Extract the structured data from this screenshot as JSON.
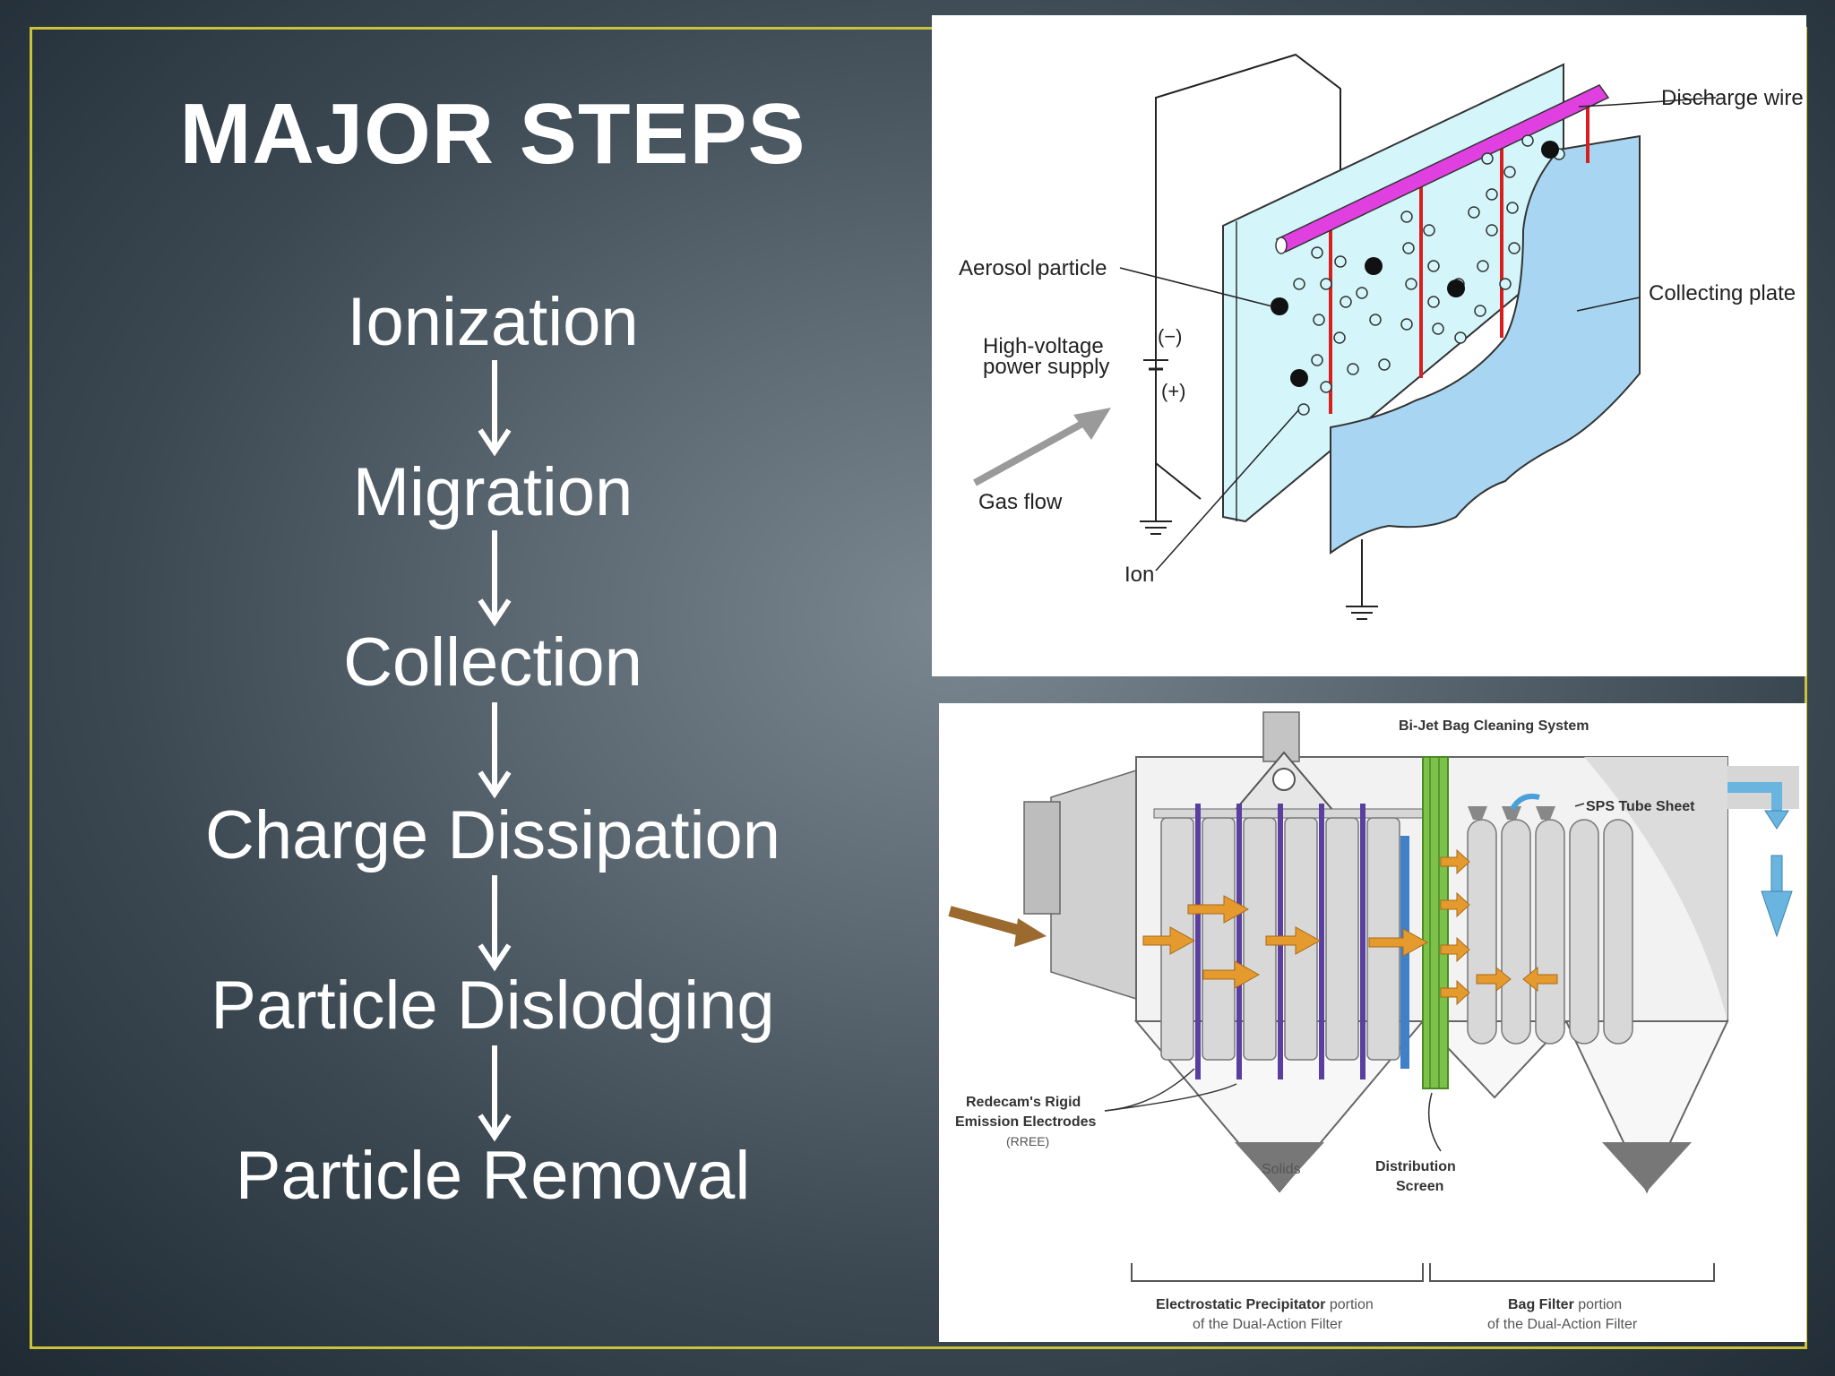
{
  "title": "MAJOR STEPS",
  "steps": [
    "Ionization",
    "Migration",
    "Collection",
    "Charge Dissipation",
    "Particle Dislodging",
    "Particle Removal"
  ],
  "diagram_top": {
    "labels": {
      "discharge_wire": "Discharge wire",
      "aerosol_particle": "Aerosol particle",
      "collecting_plate": "Collecting plate",
      "high_voltage_1": "High-voltage",
      "high_voltage_2": "power supply",
      "minus": "(−)",
      "plus": "(+)",
      "gas_flow": "Gas flow",
      "ion": "Ion"
    }
  },
  "diagram_bottom": {
    "labels": {
      "bijet": "Bi-Jet Bag Cleaning System",
      "sps": "SPS Tube Sheet",
      "rree_1": "Redecam's Rigid",
      "rree_2": "Emission Electrodes",
      "rree_3": "(RREE)",
      "solids": "Solids",
      "dist_1": "Distribution",
      "dist_2": "Screen",
      "esp_1_bold": "Electrostatic Precipitator",
      "esp_1_rest": " portion",
      "esp_2": "of the Dual-Action Filter",
      "bag_1_bold": "Bag Filter",
      "bag_1_rest": " portion",
      "bag_2": "of the Dual-Action Filter"
    }
  },
  "colors": {
    "frame": "#c9c23a",
    "wire_beam": "#e040e0",
    "discharge_wires": "#d81e1e",
    "gas_region": "#d4f6fb",
    "plate": "#a8d6f2",
    "flow_arrows": "#e59a2e",
    "screen": "#7cc24a"
  }
}
